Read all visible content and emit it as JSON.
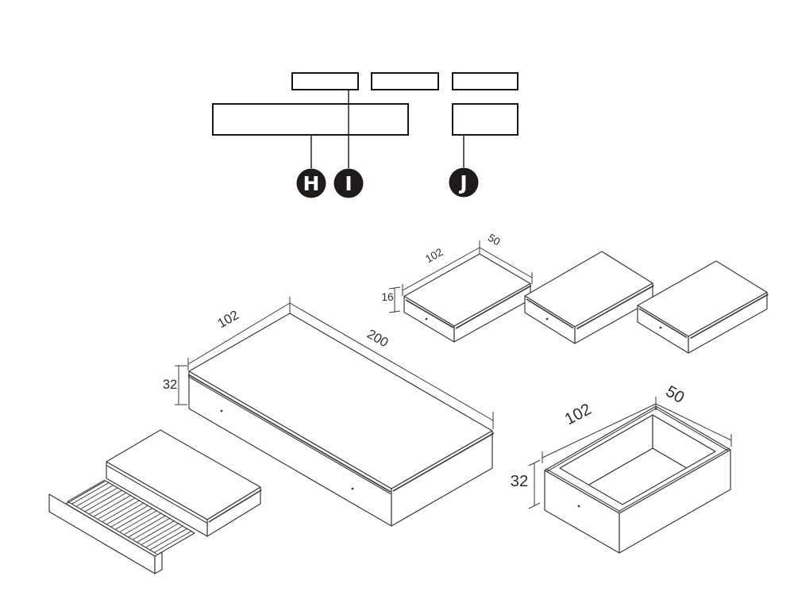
{
  "figure": {
    "type": "furniture-assembly-diagram",
    "background": "#ffffff",
    "line_color": "#3a3a3a",
    "callout_color": "#1e1b1a",
    "callout_text_color": "#ffffff"
  },
  "legend": {
    "callouts": [
      {
        "label": "H"
      },
      {
        "label": "I"
      },
      {
        "label": "J"
      }
    ]
  },
  "pieces": {
    "slat_drawer": {
      "width": "102",
      "depth": "50",
      "height": "16"
    },
    "bed_base": {
      "width": "102",
      "length": "200",
      "height": "32"
    },
    "storage_drawer": {
      "width": "102",
      "depth": "50",
      "height": "32"
    }
  }
}
